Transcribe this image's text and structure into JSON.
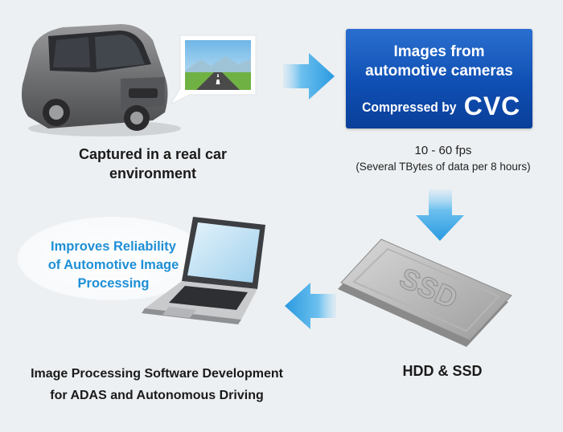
{
  "nodes": {
    "capture": {
      "caption": "Captured in a real car environment"
    },
    "compress": {
      "line1": "Images from",
      "line2": "automotive cameras",
      "line3_prefix": "Compressed by",
      "line3_brand": "CVC",
      "rate": "10 - 60 fps",
      "note": "(Several TBytes of data per 8 hours)"
    },
    "storage": {
      "caption": "HDD & SSD",
      "drive_label": "SSD"
    },
    "development": {
      "line1": "Image Processing Software Development",
      "line2": "for ADAS and Autonomous Driving",
      "bubble_line1": "Improves Reliability",
      "bubble_line2": "of Automotive Image",
      "bubble_line3": "Processing"
    }
  },
  "colors": {
    "background": "#edf0f2",
    "box_blue": "#1558c0",
    "arrow_blue": "#3fa9e6",
    "bubble_text": "#1e8fd6"
  },
  "icons": [
    "car-icon",
    "road-picture-icon",
    "ssd-drive-icon",
    "laptop-icon"
  ]
}
